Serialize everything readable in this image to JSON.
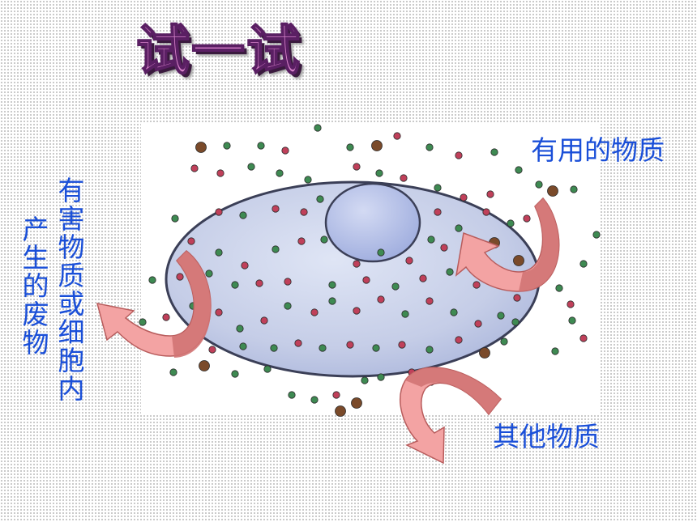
{
  "slide": {
    "title": "试一试"
  },
  "labels": {
    "useful_substances": "有用的物质",
    "other_substances": "其他物质",
    "harmful_line1": "有害物质或细胞内",
    "harmful_line2": "产生的废物"
  },
  "colors": {
    "label_text": "#1a4fd8",
    "title_fill": "#d580c8",
    "title_outline": "#5a1f63",
    "cell_fill": "#c3cce6",
    "nucleus_fill": "#a9b6e2",
    "arrow_fill": "#f3a3a3",
    "arrow_dark": "#d27474"
  },
  "icons": [
    "arrow-in-icon",
    "arrow-out-left-icon",
    "arrow-out-bottom-icon"
  ]
}
